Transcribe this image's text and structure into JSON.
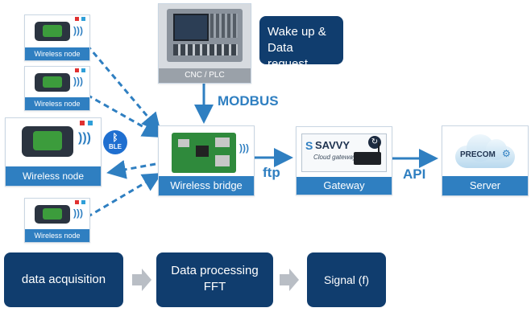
{
  "nodes": {
    "node1": "Wireless node",
    "node2": "Wireless node",
    "node3": "Wireless node",
    "node4": "Wireless node"
  },
  "ble": "BLE",
  "plc": {
    "caption": "CNC / PLC"
  },
  "wake": "Wake up & Data request",
  "modbus": "MODBUS",
  "bridge": "Wireless bridge",
  "ftp": "ftp",
  "gateway": {
    "caption": "Gateway",
    "brand": "SAVVY",
    "sub": "Cloud gateway"
  },
  "api": "API",
  "server": {
    "caption": "Server",
    "logo": "PRECOM"
  },
  "pipeline": {
    "step1": "data acquisition",
    "step2": "Data processing FFT",
    "step3": "Signal (f)"
  },
  "colors": {
    "accent_blue": "#2f7fc1",
    "navy": "#103d6e",
    "arrow_grey": "#b9bec5"
  }
}
